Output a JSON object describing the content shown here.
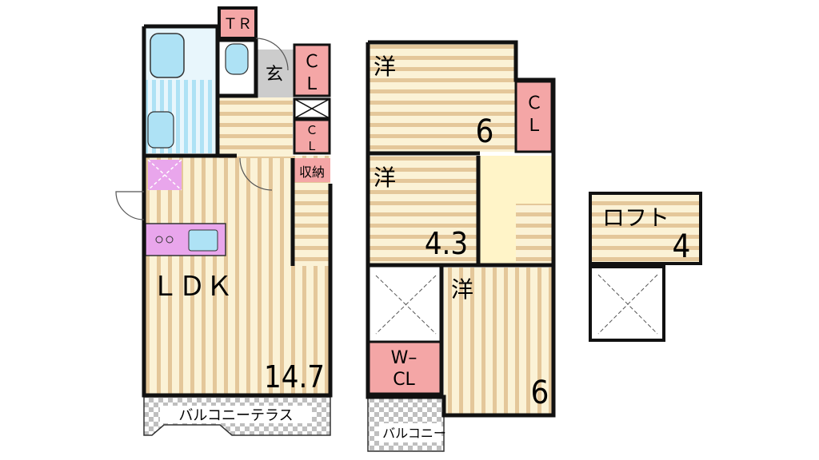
{
  "plan": {
    "colors": {
      "wall": "#111111",
      "wood_light": "#fbf2d6",
      "wood_dark": "#e4c79a",
      "closet_pink": "#f4a6a6",
      "bath_blue": "#aee2f5",
      "kitchen_pink": "#e9a6ec",
      "balcony_gray": "#bfbfbf"
    },
    "first_floor": {
      "tr": "ＴＲ",
      "entrance": "玄",
      "closet_top_1": "Ｃ",
      "closet_top_2": "Ｌ",
      "closet_small_1": "Ｃ",
      "closet_small_2": "Ｌ",
      "storage": "収納",
      "ldk": "ＬＤＫ",
      "ldk_size": "14.7",
      "balcony_terrace": "バルコニーテラス"
    },
    "second_floor": {
      "room_a": "洋",
      "room_a_size": "6",
      "closet_1": "Ｃ",
      "closet_2": "Ｌ",
      "room_b": "洋",
      "room_b_size": "4.3",
      "room_c": "洋",
      "room_c_size": "6",
      "wcl_1": "W–",
      "wcl_2": "CL",
      "balcony": "バルコニー"
    },
    "loft": {
      "label": "ロフト",
      "size": "4"
    }
  }
}
